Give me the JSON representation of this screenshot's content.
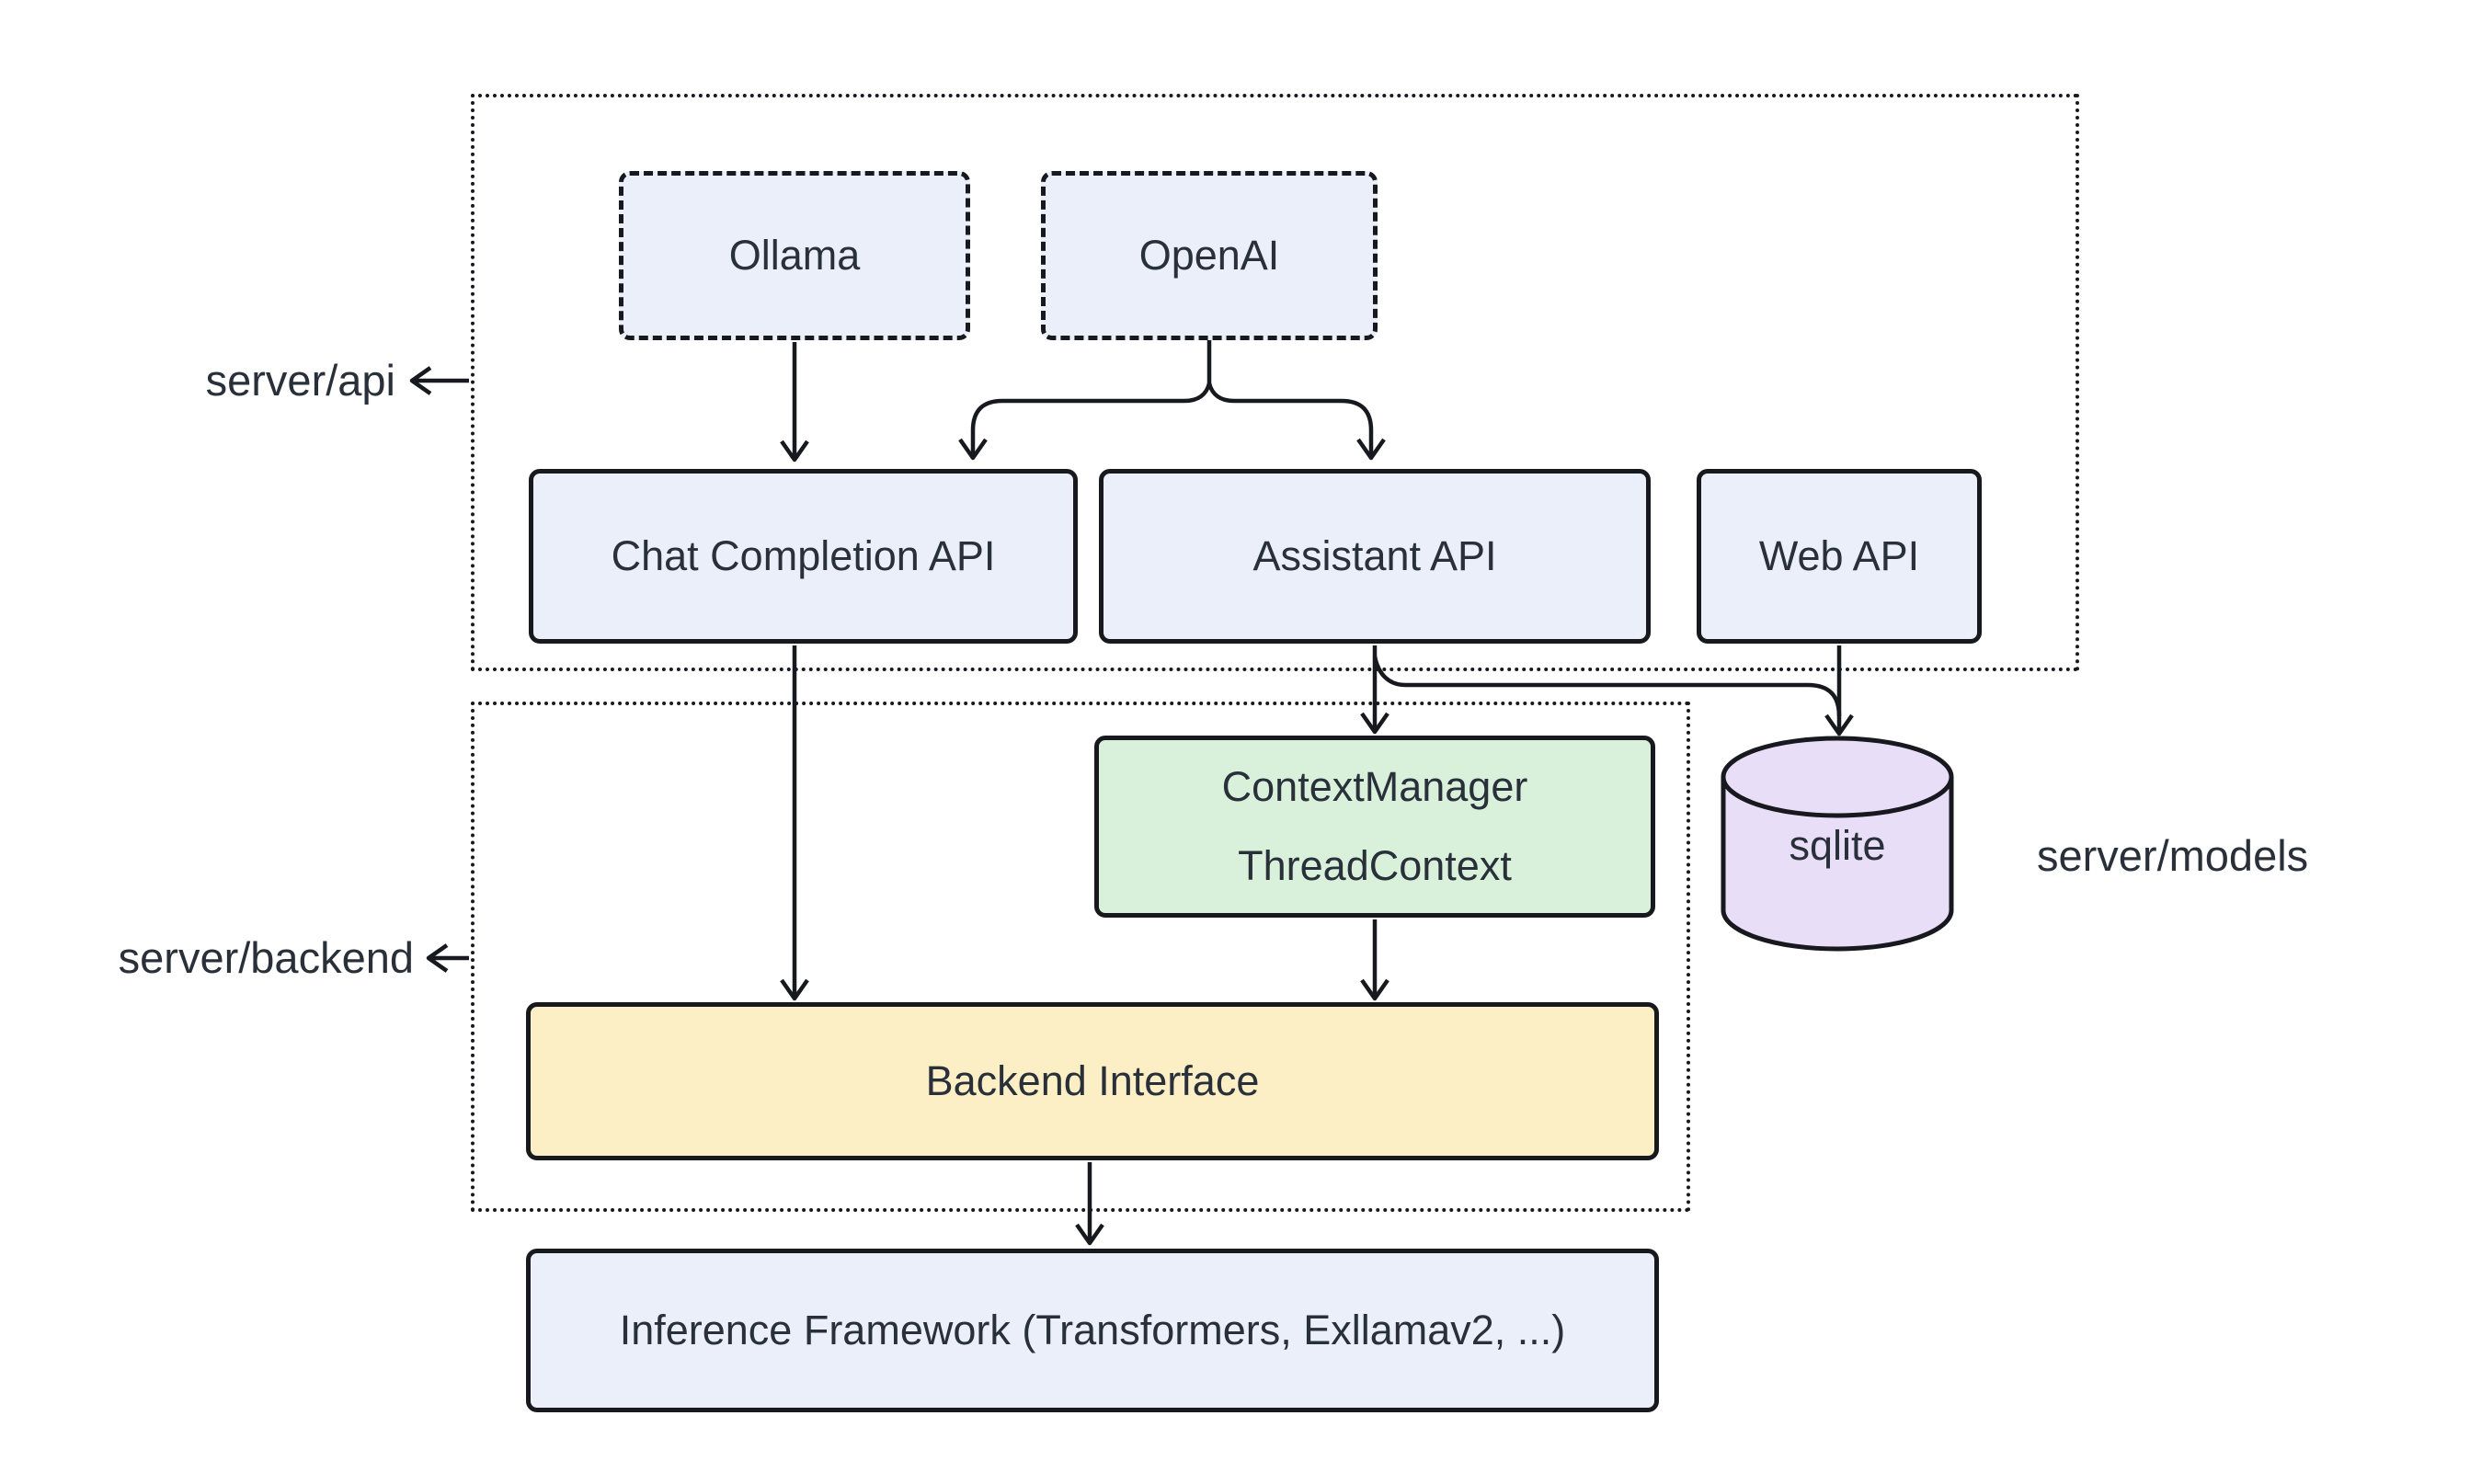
{
  "containers": {
    "api": {
      "label": "server/api"
    },
    "backend": {
      "label": "server/backend"
    },
    "models": {
      "label": "server/models"
    }
  },
  "nodes": {
    "ollama": {
      "label": "Ollama"
    },
    "openai": {
      "label": "OpenAI"
    },
    "chat_completion_api": {
      "label": "Chat Completion API"
    },
    "assistant_api": {
      "label": "Assistant API"
    },
    "web_api": {
      "label": "Web API"
    },
    "context_manager": {
      "line1": "ContextManager",
      "line2": "ThreadContext"
    },
    "sqlite": {
      "label": "sqlite"
    },
    "backend_interface": {
      "label": "Backend Interface"
    },
    "inference_framework": {
      "label": "Inference Framework (Transformers, Exllamav2, ...)"
    }
  },
  "edges": [
    {
      "from": "Ollama",
      "to": "Chat Completion API"
    },
    {
      "from": "OpenAI",
      "to": "Chat Completion API"
    },
    {
      "from": "OpenAI",
      "to": "Assistant API"
    },
    {
      "from": "Chat Completion API",
      "to": "Backend Interface"
    },
    {
      "from": "Assistant API",
      "to": "ContextManager ThreadContext"
    },
    {
      "from": "Assistant API",
      "to": "sqlite"
    },
    {
      "from": "Web API",
      "to": "sqlite"
    },
    {
      "from": "ContextManager ThreadContext",
      "to": "Backend Interface"
    },
    {
      "from": "Backend Interface",
      "to": "Inference Framework (Transformers, Exllamav2, ...)"
    }
  ],
  "colors": {
    "node_blue": "#eaeffa",
    "node_green": "#d9f1db",
    "node_yellow": "#fcefc5",
    "node_purple": "#e8def7",
    "line": "#17191e",
    "text": "#2a303a",
    "background": "#ffffff"
  }
}
